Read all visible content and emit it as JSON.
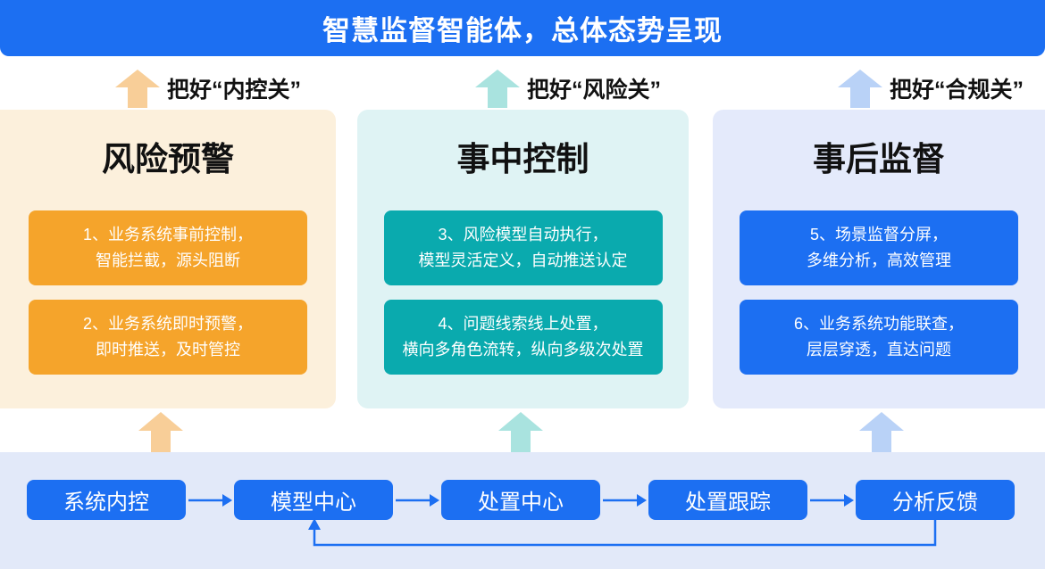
{
  "banner": {
    "title": "智慧监督智能体，总体态势呈现"
  },
  "gates": [
    {
      "label": "把好“内控关”"
    },
    {
      "label": "把好“风险关”"
    },
    {
      "label": "把好“合规关”"
    }
  ],
  "columns": [
    {
      "title": "风险预警",
      "items": [
        {
          "line1": "1、业务系统事前控制，",
          "line2": "智能拦截，源头阻断"
        },
        {
          "line1": "2、业务系统即时预警，",
          "line2": "即时推送，及时管控"
        }
      ]
    },
    {
      "title": "事中控制",
      "items": [
        {
          "line1": "3、风险模型自动执行，",
          "line2": "模型灵活定义，自动推送认定"
        },
        {
          "line1": "4、问题线索线上处置，",
          "line2": "横向多角色流转，纵向多级次处置"
        }
      ]
    },
    {
      "title": "事后监督",
      "items": [
        {
          "line1": "5、场景监督分屏，",
          "line2": "多维分析，高效管理"
        },
        {
          "line1": "6、业务系统功能联查，",
          "line2": "层层穿透，直达问题"
        }
      ]
    }
  ],
  "flow": {
    "steps": [
      {
        "label": "系统内控"
      },
      {
        "label": "模型中心"
      },
      {
        "label": "处置中心"
      },
      {
        "label": "处置跟踪"
      },
      {
        "label": "分析反馈"
      }
    ]
  },
  "colors": {
    "banner_blue": "#1C6FF2",
    "orange_box": "#F5A42B",
    "orange_arrow": "#F8CE98",
    "cream_card_bg": "#FCF0DC",
    "teal_box": "#0AAAAE",
    "teal_card_bg": "#DFF3F4",
    "teal_arrow": "#A9E3DF",
    "blue_box": "#1C6FF2",
    "blue_card_bg": "#E4EAFB",
    "blue_arrow": "#B9D2F7",
    "flow_bar_bg": "#E2E9F9",
    "connector_blue": "#1C6FF2",
    "text_dark": "#111111"
  }
}
